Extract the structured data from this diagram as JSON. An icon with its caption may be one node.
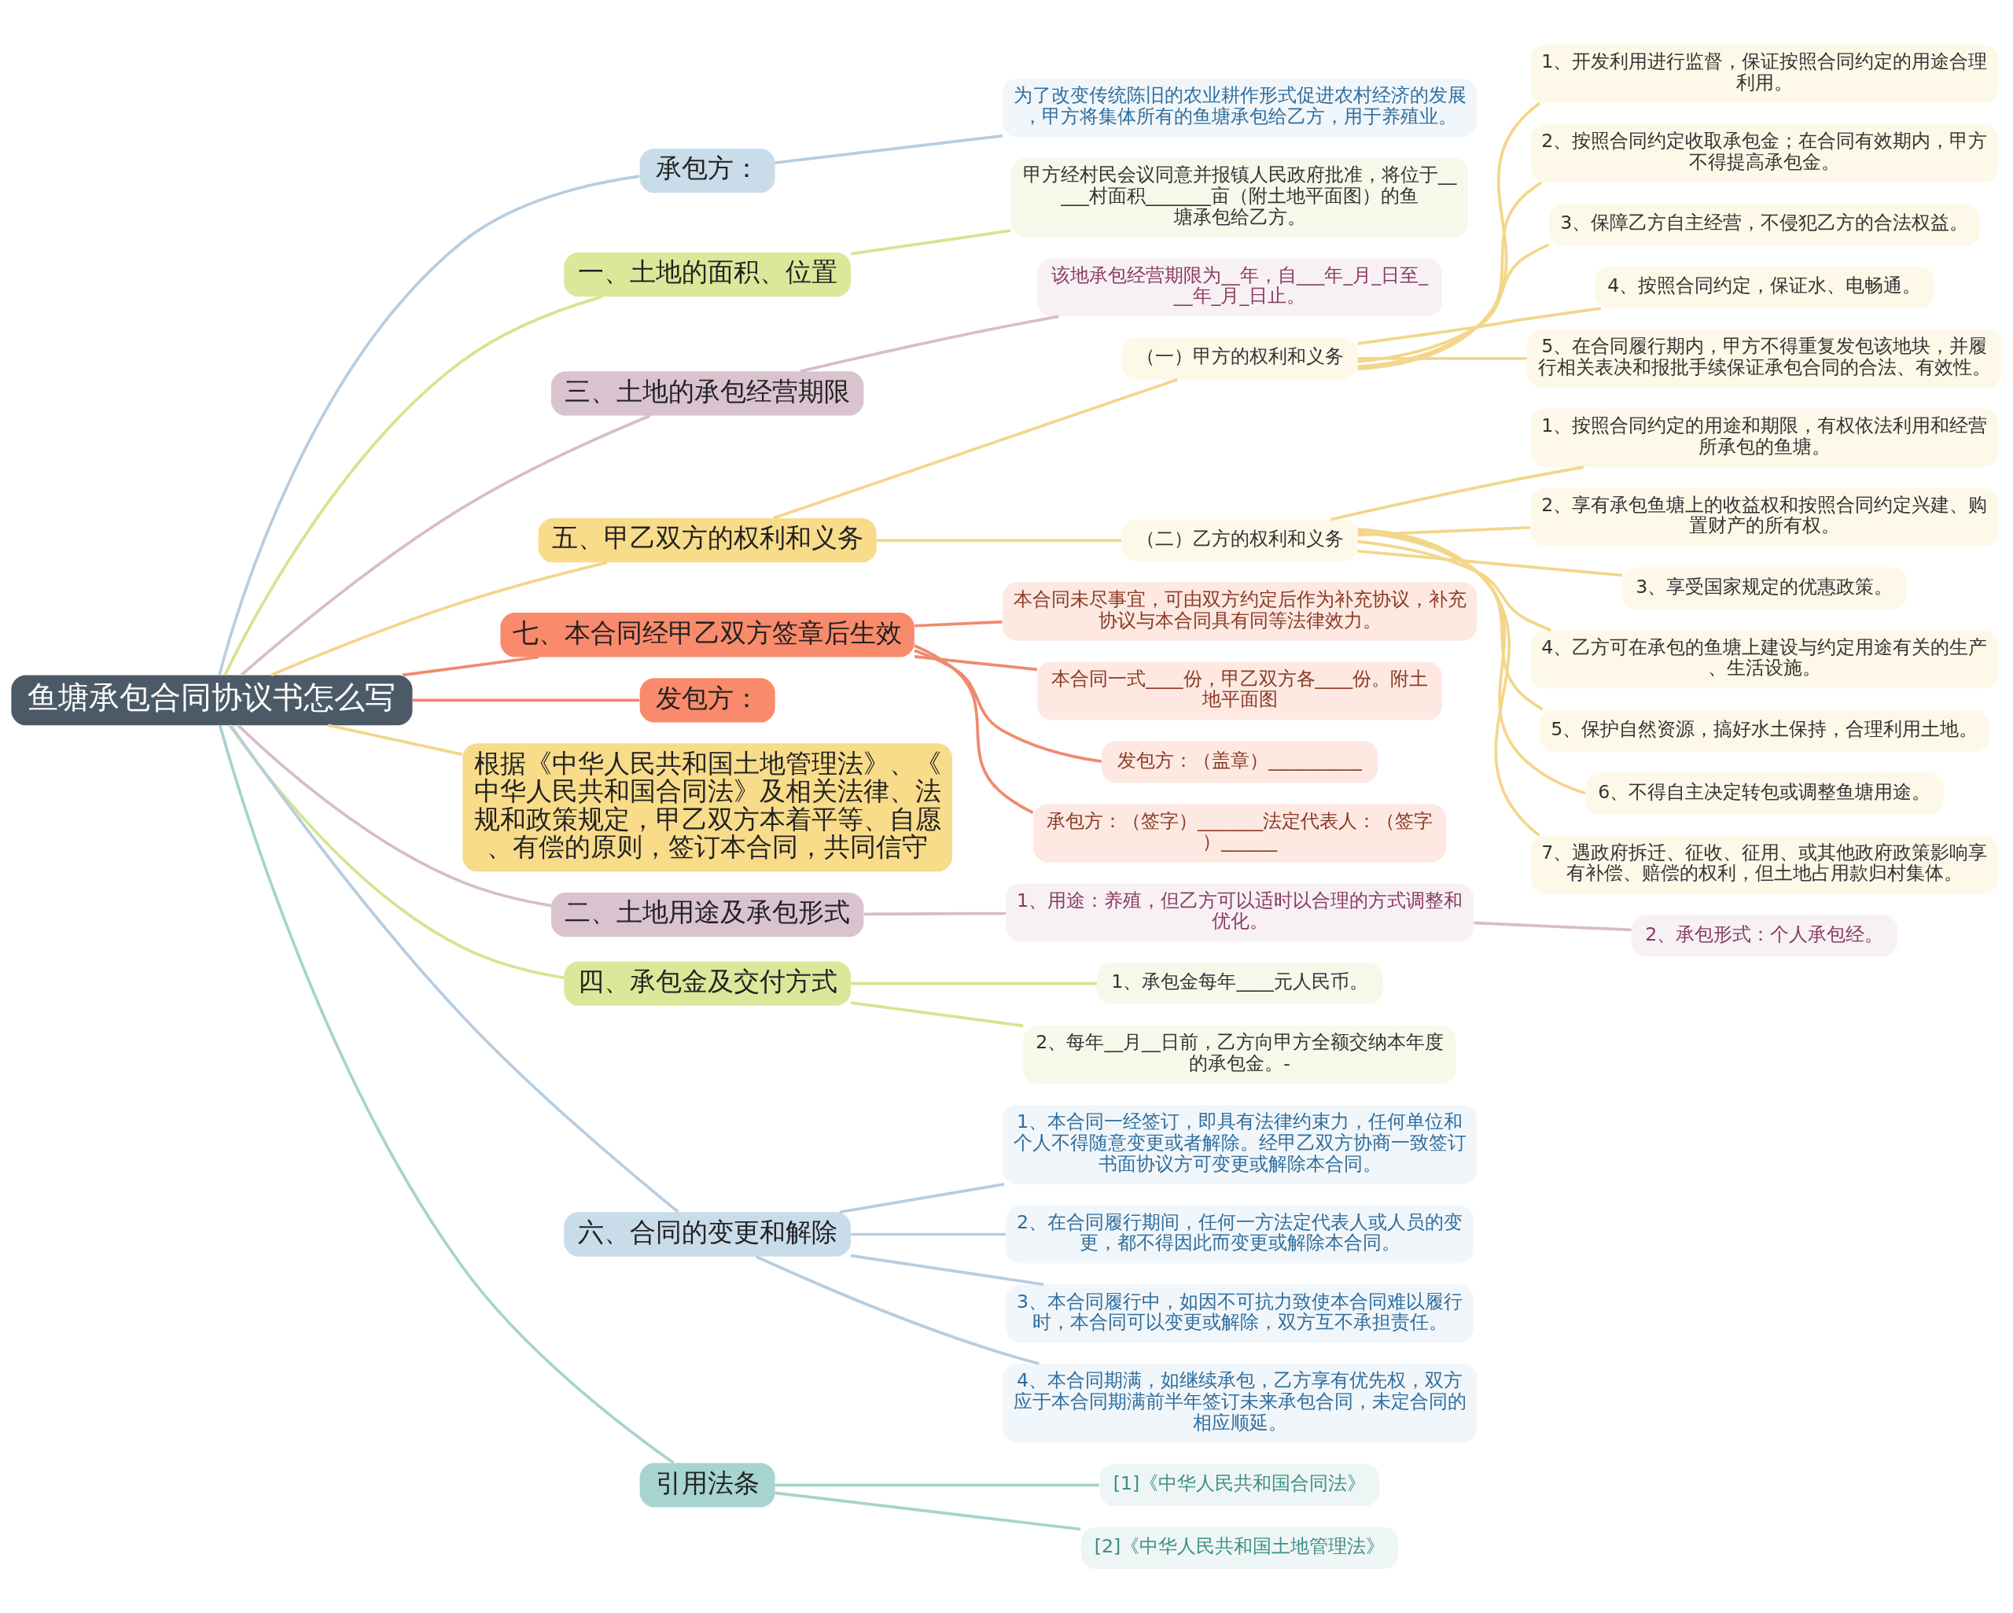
{
  "diagram": {
    "nodes": [
      {
        "text": [
          "鱼塘承包合同协议书怎么写"
        ]
      },
      {
        "text": [
          "承包方："
        ]
      },
      {
        "text": [
          "为了改变传统陈旧的农业耕作形式促进农村经济的发展，甲方将集体所有的鱼塘承包给乙方，用于养殖业。"
        ]
      },
      {
        "text": [
          "一、土地的面积、位置"
        ]
      },
      {
        "text": [
          "甲方经村民会议同意并报镇人民政府批准，将位于_____村面积_______亩（附土地平面图）的鱼塘承包给乙方。"
        ]
      },
      {
        "text": [
          "三、土地的承包经营期限"
        ]
      },
      {
        "text": [
          "该地承包经营期限为__年，自___年_月_日至___年_月_日止。"
        ]
      },
      {
        "text": [
          "五、甲乙双方的权利和义务"
        ]
      },
      {
        "text": [
          "（一）甲方的权利和义务"
        ]
      },
      {
        "text": [
          "1、开发利用进行监督，保证按照合同约定的用途合理利用。"
        ]
      },
      {
        "text": [
          "2、按照合同约定收取承包金；在合同有效期内，甲方不得提高承包金。"
        ]
      },
      {
        "text": [
          "3、保障乙方自主经营，不侵犯乙方的合法权益。"
        ]
      },
      {
        "text": [
          "4、按照合同约定，保证水、电畅通。"
        ]
      },
      {
        "text": [
          "5、在合同履行期内，甲方不得重复发包该地块，并履行相关表决和报批手续保证承包合同的合法、有效性。"
        ]
      },
      {
        "text": [
          "（二）乙方的权利和义务"
        ]
      },
      {
        "text": [
          "1、按照合同约定的用途和期限，有权依法利用和经营所承包的鱼塘。"
        ]
      },
      {
        "text": [
          "2、享有承包鱼塘上的收益权和按照合同约定兴建、购置财产的所有权。"
        ]
      },
      {
        "text": [
          "3、享受国家规定的优惠政策。"
        ]
      },
      {
        "text": [
          "4、乙方可在承包的鱼塘上建设与约定用途有关的生产、生活设施。"
        ]
      },
      {
        "text": [
          "5、保护自然资源，搞好水土保持，合理利用土地。"
        ]
      },
      {
        "text": [
          "6、不得自主决定转包或调整鱼塘用途。"
        ]
      },
      {
        "text": [
          "7、遇政府拆迁、征收、征用、或其他政府政策影响享有补偿、赔偿的权利，但土地占用款归村集体。"
        ]
      },
      {
        "text": [
          "七、本合同经甲乙双方签章后生效"
        ]
      },
      {
        "text": [
          "本合同未尽事宜，可由双方约定后作为补充协议，补充协议与本合同具有同等法律效力。"
        ]
      },
      {
        "text": [
          "本合同一式____份，甲乙双方各____份。附土地平面图"
        ]
      },
      {
        "text": [
          "发包方：（盖章）__________"
        ]
      },
      {
        "text": [
          "承包方：（签字）_______法定代表人：（签字）______"
        ]
      },
      {
        "text": [
          "发包方："
        ]
      },
      {
        "text": [
          "根据《中华人民共和国土地管理法》、《中华人民共和国合同法》及相关法律、法规和政策规定，甲乙双方本着平等、自愿、有偿的原则，签订本合同，共同信守"
        ]
      },
      {
        "text": [
          "二、土地用途及承包形式"
        ]
      },
      {
        "text": [
          "1、用途：养殖，但乙方可以适时以合理的方式调整和优化。"
        ]
      },
      {
        "text": [
          "2、承包形式：个人承包经。"
        ]
      },
      {
        "text": [
          "四、承包金及交付方式"
        ]
      },
      {
        "text": [
          "1、承包金每年____元人民币。"
        ]
      },
      {
        "text": [
          "2、每年__月__日前，乙方向甲方全额交纳本年度的承包金。-"
        ]
      },
      {
        "text": [
          "六、合同的变更和解除"
        ]
      },
      {
        "text": [
          "1、本合同一经签订，即具有法律约束力，任何单位和个人不得随意变更或者解除。经甲乙双方协商一致签订书面协议方可变更或解除本合同。"
        ]
      },
      {
        "text": [
          "2、在合同履行期间，任何一方法定代表人或人员的变更，都不得因此而变更或解除本合同。"
        ]
      },
      {
        "text": [
          "3、本合同履行中，如因不可抗力致使本合同难以履行时，本合同可以变更或解除，双方互不承担责任。"
        ]
      },
      {
        "text": [
          "4、本合同期满，如继续承包，乙方享有优先权，双方应于本合同期满前半年签订未来承包合同，未定合同的相应顺延。"
        ]
      },
      {
        "text": [
          "引用法条"
        ]
      },
      {
        "text": [
          "[1]《中华人民共和国合同法》"
        ]
      },
      {
        "text": [
          "[2]《中华人民共和国土地管理法》"
        ]
      }
    ],
    "edges": [
      {
        "from": 0,
        "to": 1,
        "arrow": "none",
        "color": "#b7cde0"
      },
      {
        "from": 1,
        "to": 2,
        "arrow": "none",
        "color": "#b7cde0"
      },
      {
        "from": 0,
        "to": 3,
        "arrow": "none",
        "color": "#d5e48f"
      },
      {
        "from": 3,
        "to": 4,
        "arrow": "none",
        "color": "#d5e48f"
      },
      {
        "from": 0,
        "to": 5,
        "arrow": "none",
        "color": "#d7bccb"
      },
      {
        "from": 5,
        "to": 6,
        "arrow": "none",
        "color": "#d7bccb"
      },
      {
        "from": 0,
        "to": 7,
        "arrow": "none",
        "color": "#f3d68a"
      },
      {
        "from": 7,
        "to": 8,
        "arrow": "none",
        "color": "#f3d68a"
      },
      {
        "from": 8,
        "to": 9,
        "arrow": "none",
        "color": "#f3d68a"
      },
      {
        "from": 8,
        "to": 10,
        "arrow": "none",
        "color": "#f3d68a"
      },
      {
        "from": 8,
        "to": 11,
        "arrow": "none",
        "color": "#f3d68a"
      },
      {
        "from": 8,
        "to": 12,
        "arrow": "none",
        "color": "#f3d68a"
      },
      {
        "from": 8,
        "to": 13,
        "arrow": "none",
        "color": "#f3d68a"
      },
      {
        "from": 7,
        "to": 14,
        "arrow": "none",
        "color": "#f3d68a"
      },
      {
        "from": 14,
        "to": 15,
        "arrow": "none",
        "color": "#f3d68a"
      },
      {
        "from": 14,
        "to": 16,
        "arrow": "none",
        "color": "#f3d68a"
      },
      {
        "from": 14,
        "to": 17,
        "arrow": "none",
        "color": "#f3d68a"
      },
      {
        "from": 14,
        "to": 18,
        "arrow": "none",
        "color": "#f3d68a"
      },
      {
        "from": 14,
        "to": 19,
        "arrow": "none",
        "color": "#f3d68a"
      },
      {
        "from": 14,
        "to": 20,
        "arrow": "none",
        "color": "#f3d68a"
      },
      {
        "from": 14,
        "to": 21,
        "arrow": "none",
        "color": "#f3d68a"
      },
      {
        "from": 0,
        "to": 22,
        "arrow": "none",
        "color": "#ef8a6e"
      },
      {
        "from": 22,
        "to": 23,
        "arrow": "none",
        "color": "#ef8a6e"
      },
      {
        "from": 22,
        "to": 24,
        "arrow": "none",
        "color": "#ef8a6e"
      },
      {
        "from": 22,
        "to": 25,
        "arrow": "none",
        "color": "#ef8a6e"
      },
      {
        "from": 22,
        "to": 26,
        "arrow": "none",
        "color": "#ef8a6e"
      },
      {
        "from": 0,
        "to": 27,
        "arrow": "none",
        "color": "#ef8a6e"
      },
      {
        "from": 0,
        "to": 28,
        "arrow": "none",
        "color": "#f3d68a"
      },
      {
        "from": 0,
        "to": 29,
        "arrow": "none",
        "color": "#d7bccb"
      },
      {
        "from": 29,
        "to": 30,
        "arrow": "none",
        "color": "#d7bccb"
      },
      {
        "from": 30,
        "to": 31,
        "arrow": "none",
        "color": "#d7bccb"
      },
      {
        "from": 0,
        "to": 32,
        "arrow": "none",
        "color": "#d5e48f"
      },
      {
        "from": 32,
        "to": 33,
        "arrow": "none",
        "color": "#d5e48f"
      },
      {
        "from": 32,
        "to": 34,
        "arrow": "none",
        "color": "#d5e48f"
      },
      {
        "from": 0,
        "to": 35,
        "arrow": "none",
        "color": "#b7cde0"
      },
      {
        "from": 35,
        "to": 36,
        "arrow": "none",
        "color": "#b7cde0"
      },
      {
        "from": 35,
        "to": 37,
        "arrow": "none",
        "color": "#b7cde0"
      },
      {
        "from": 35,
        "to": 38,
        "arrow": "none",
        "color": "#b7cde0"
      },
      {
        "from": 35,
        "to": 39,
        "arrow": "none",
        "color": "#b7cde0"
      },
      {
        "from": 0,
        "to": 40,
        "arrow": "none",
        "color": "#a6d3cf"
      },
      {
        "from": 40,
        "to": 41,
        "arrow": "none",
        "color": "#a6d3cf"
      },
      {
        "from": 40,
        "to": 42,
        "arrow": "none",
        "color": "#a6d3cf"
      }
    ]
  }
}
